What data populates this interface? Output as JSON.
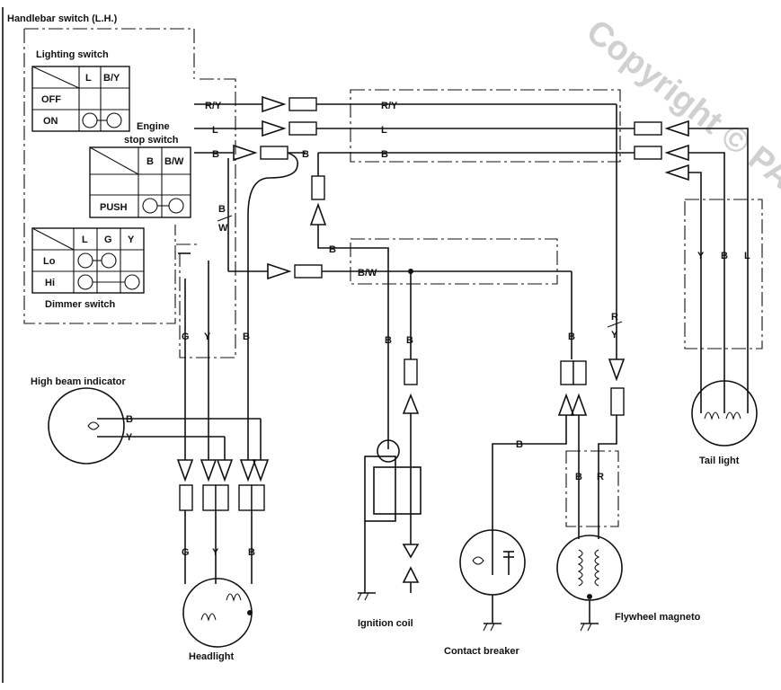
{
  "watermark": {
    "text": "Copyright © PARTS"
  },
  "labels": {
    "handlebar_switch": "Handlebar switch (L.H.)",
    "lighting_switch": "Lighting switch",
    "engine_stop_switch_line1": "Engine",
    "engine_stop_switch_line2": "stop switch",
    "dimmer_switch": "Dimmer switch",
    "high_beam_indicator": "High beam indicator",
    "headlight": "Headlight",
    "ignition_coil": "Ignition coil",
    "contact_breaker": "Contact breaker",
    "flywheel_magneto": "Flywheel magneto",
    "tail_light": "Tail light"
  },
  "lighting_table": {
    "headers": [
      "L",
      "B/Y"
    ],
    "rows": [
      "OFF",
      "ON"
    ]
  },
  "engine_stop_table": {
    "headers": [
      "B",
      "B/W"
    ],
    "rows": [
      "PUSH"
    ]
  },
  "dimmer_table": {
    "headers": [
      "L",
      "G",
      "Y"
    ],
    "rows": [
      "Lo",
      "Hi"
    ]
  },
  "wire_codes": {
    "ry": "R/Y",
    "l": "L",
    "b": "B",
    "bw": "B/W",
    "b_slash": "B",
    "w_slash": "W",
    "g": "G",
    "y": "Y",
    "r": "R"
  }
}
